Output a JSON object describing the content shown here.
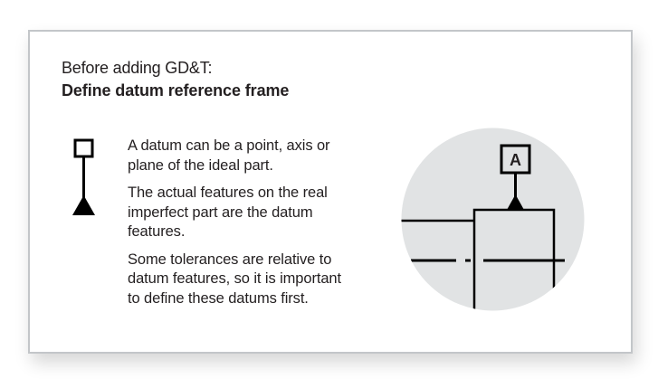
{
  "card": {
    "subtitle": "Before adding GD&T:",
    "title": "Define datum reference frame",
    "paragraphs": [
      "A datum can be a point, axis or plane of the ideal part.",
      "The actual features on the real imperfect part are the datum features.",
      "Some tolerances are relative to datum features, so it is important to define these datums first."
    ],
    "datum_icon": "datum-feature-symbol",
    "illustration": {
      "datum_label": "A",
      "circle_color": "#e1e3e4",
      "line_color": "#000000"
    }
  }
}
